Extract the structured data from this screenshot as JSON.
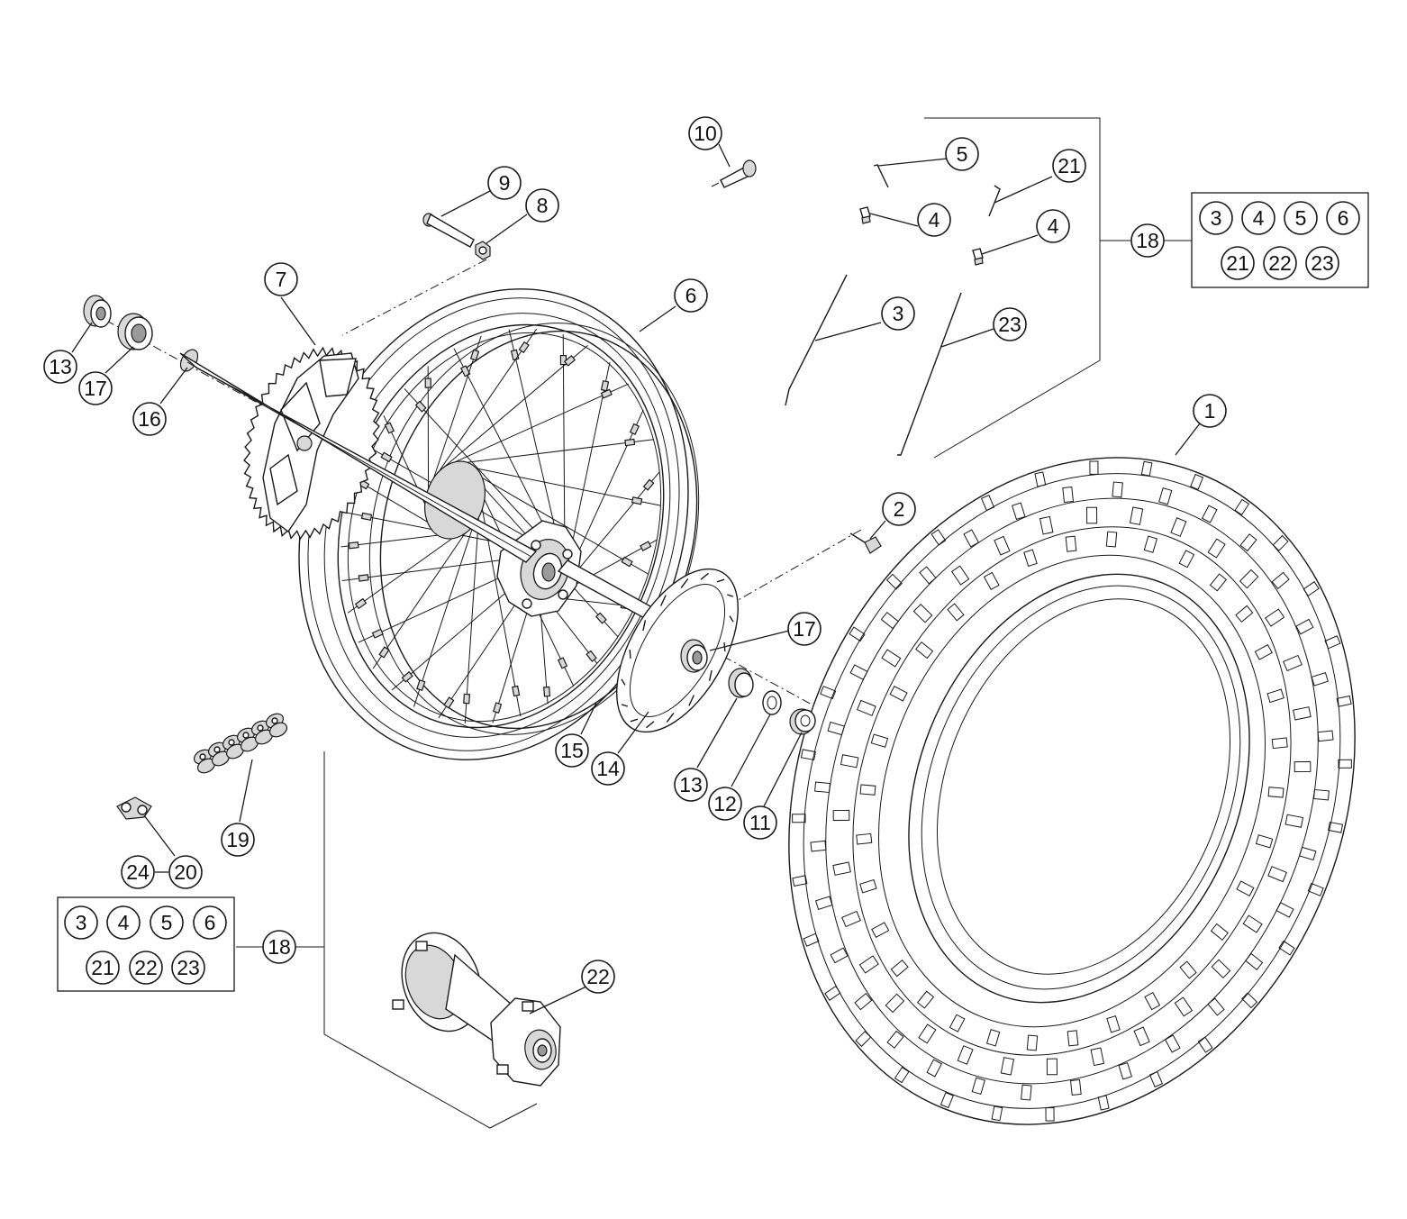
{
  "callouts": {
    "c1": "1",
    "c2": "2",
    "c3": "3",
    "c4a": "4",
    "c4b": "4",
    "c5": "5",
    "c6": "6",
    "c7": "7",
    "c8": "8",
    "c9": "9",
    "c10": "10",
    "c11": "11",
    "c12": "12",
    "c13a": "13",
    "c13b": "13",
    "c14": "14",
    "c15": "15",
    "c16": "16",
    "c17a": "17",
    "c17b": "17",
    "c18a": "18",
    "c18b": "18",
    "c19": "19",
    "c20": "20",
    "c21": "21",
    "c22": "22",
    "c23": "23",
    "c24": "24"
  },
  "kit_upper": {
    "row1": [
      "3",
      "4",
      "5",
      "6"
    ],
    "row2": [
      "21",
      "22",
      "23"
    ]
  },
  "kit_lower": {
    "row1": [
      "3",
      "4",
      "5",
      "6"
    ],
    "row2": [
      "21",
      "22",
      "23"
    ]
  }
}
